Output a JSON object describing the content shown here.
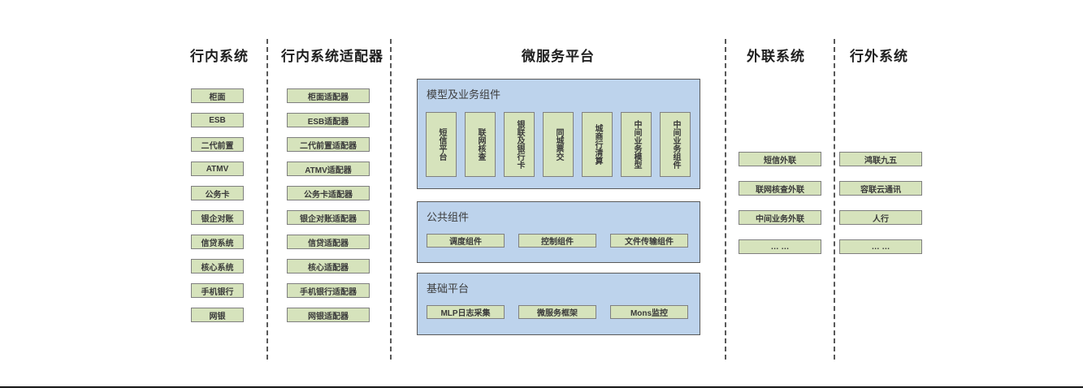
{
  "columns": {
    "internal": {
      "title": "行内系统",
      "items": [
        "柜面",
        "ESB",
        "二代前置",
        "ATMV",
        "公务卡",
        "银企对账",
        "信贷系统",
        "核心系统",
        "手机银行",
        "网银"
      ]
    },
    "adapters": {
      "title": "行内系统适配器",
      "items": [
        "柜面适配器",
        "ESB适配器",
        "二代前置适配器",
        "ATMV适配器",
        "公务卡适配器",
        "银企对账适配器",
        "信贷适配器",
        "核心适配器",
        "手机银行适配器",
        "网银适配器"
      ]
    },
    "platform": {
      "title": "微服务平台",
      "model_group": {
        "label": "模型及业务组件",
        "items": [
          "短信平台",
          "联网核查",
          "银联及银行卡",
          "同城票交",
          "城商行清算",
          "中间业务模型",
          "中间业务组件"
        ]
      },
      "common_group": {
        "label": "公共组件",
        "items": [
          "调度组件",
          "控制组件",
          "文件传输组件"
        ]
      },
      "base_group": {
        "label": "基础平台",
        "items": [
          "MLP日志采集",
          "微服务框架",
          "Mons监控"
        ]
      }
    },
    "outreach": {
      "title": "外联系统",
      "items": [
        "短信外联",
        "联网核查外联",
        "中间业务外联",
        "… …"
      ]
    },
    "external": {
      "title": "行外系统",
      "items": [
        "鸿联九五",
        "容联云通讯",
        "人行",
        "… …"
      ]
    }
  },
  "colors": {
    "box_green": "#d6e3bc",
    "box_green_border": "#7f7f7f",
    "panel_blue": "#bdd3ec",
    "panel_blue_border": "#595959",
    "text_dark": "#3a3a3a",
    "divider_gray": "#595959",
    "rule_black": "#141414"
  }
}
